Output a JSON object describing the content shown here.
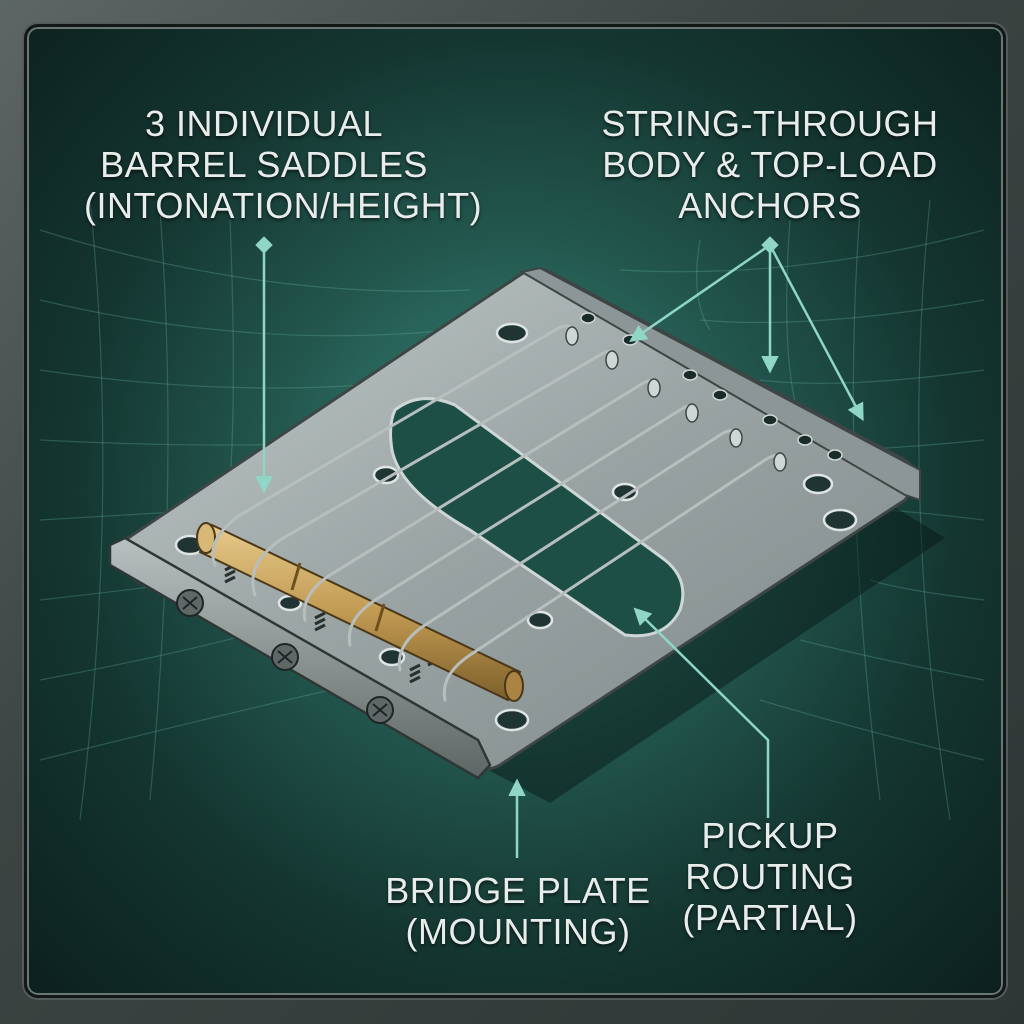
{
  "callouts": {
    "saddles": {
      "lines": [
        "3 INDIVIDUAL",
        "BARREL SADDLES",
        "(INTONATION/HEIGHT)"
      ]
    },
    "anchors": {
      "lines": [
        "STRING-THROUGH",
        "BODY & TOP-LOAD",
        "ANCHORS"
      ]
    },
    "plate": {
      "lines": [
        "BRIDGE PLATE",
        "(MOUNTING)"
      ]
    },
    "routing": {
      "lines": [
        "PICKUP",
        "ROUTING",
        "(PARTIAL)"
      ]
    }
  },
  "colors": {
    "leader": "#8fd6c6",
    "plate": "#a9b1b1",
    "brass": "#c9a45c",
    "background": "#1c4640"
  }
}
